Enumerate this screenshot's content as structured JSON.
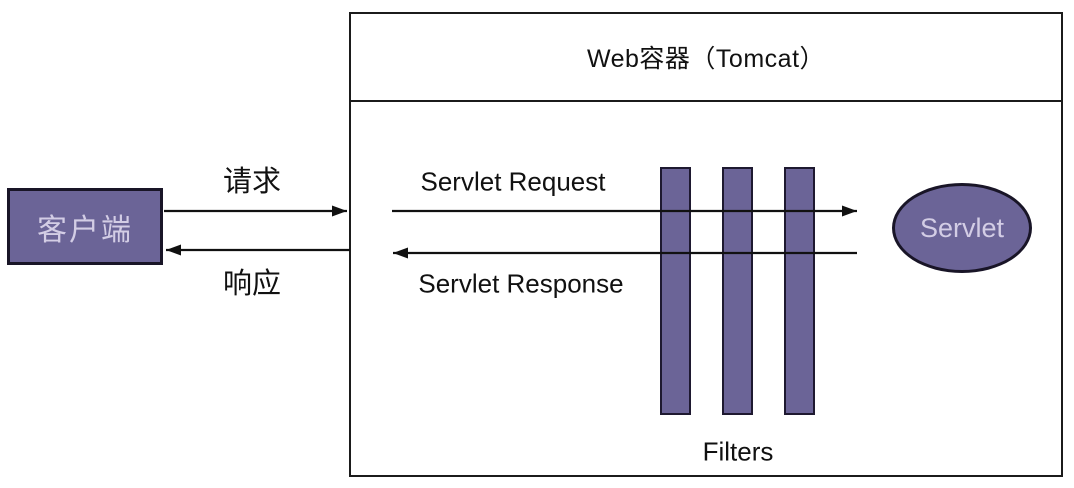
{
  "diagram": {
    "client": {
      "label": "客户端"
    },
    "flow_labels": {
      "request": "请求",
      "response": "响应"
    },
    "container": {
      "title": "Web容器（Tomcat）"
    },
    "inner_labels": {
      "servlet_request": "Servlet Request",
      "servlet_response": "Servlet Response",
      "filters": "Filters"
    },
    "servlet": {
      "label": "Servlet"
    },
    "colors": {
      "shape_fill": "#6B6497",
      "shape_border": "#191527",
      "shape_text": "#D3CDE5",
      "line": "#111111",
      "outline": "#1b1b1b",
      "background": "#ffffff"
    }
  }
}
